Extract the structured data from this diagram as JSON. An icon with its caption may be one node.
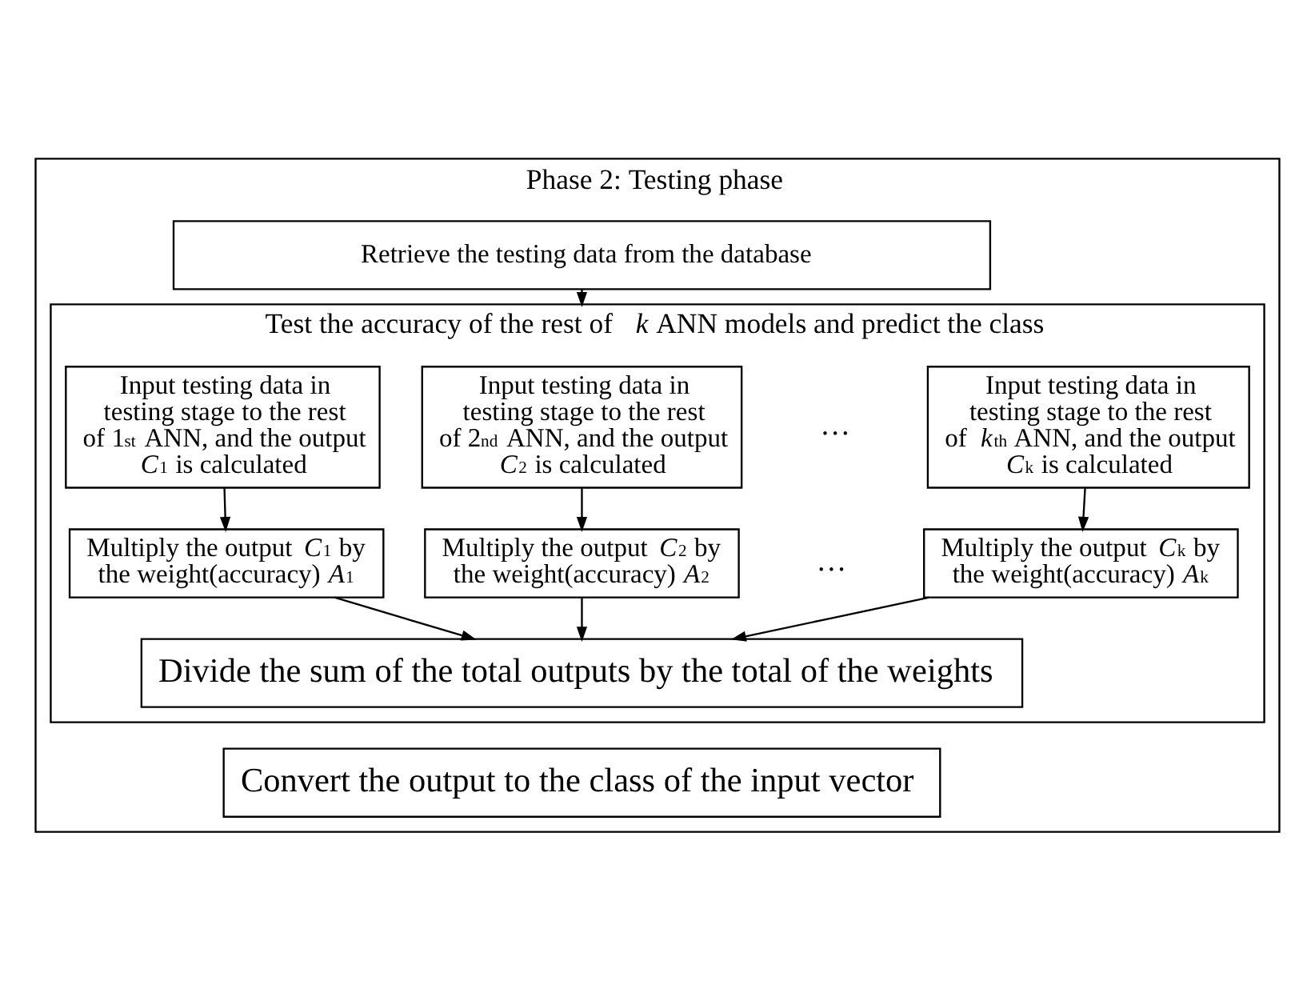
{
  "diagram": {
    "nodes": [
      {
        "text": [
          "Phase 2: Testing phase"
        ]
      },
      {
        "text": [
          "Retrieve the testing data from the database"
        ],
        "in": 0
      },
      {
        "text": [
          "Test the accuracy of the rest of *k* ANN models and predict the class"
        ],
        "in": 0
      },
      {
        "text": [
          "Input testing data in testing stage to the rest of 1$^{st}$ ANN, and the output *C*$_{1}$ is calculated"
        ],
        "in": 2
      },
      {
        "text": [
          "Input testing data in testing stage to the rest of 2$^{nd}$ ANN, and the output *C*$_{2}$ is calculated"
        ],
        "in": 2
      },
      {
        "text": [
          "Input testing data in testing stage to the rest of *k*$^{th}$ ANN, and the output *C*$_{k}$ is calculated"
        ],
        "in": 2
      },
      {
        "text": [
          "Multiply the output *C*$_{1}$ by the weight(accuracy) *A*$_{1}$"
        ],
        "in": 2
      },
      {
        "text": [
          "Multiply the output *C*$_{2}$ by the weight(accuracy) *A*$_{2}$"
        ],
        "in": 2
      },
      {
        "text": [
          "Multiply the output *C*$_{k}$ by the weight(accuracy) *A*$_{k}$"
        ],
        "in": 2
      },
      {
        "text": [
          "Divide the sum of the total outputs by the total of the weights"
        ],
        "in": 2
      },
      {
        "text": [
          "Convert the output to the class of the input vector"
        ],
        "in": 0
      }
    ],
    "edges": [
      {
        "from": 1,
        "to": 2,
        "arrow": "to"
      },
      {
        "from": 3,
        "to": 6,
        "arrow": "to"
      },
      {
        "from": 4,
        "to": 7,
        "arrow": "to"
      },
      {
        "from": 5,
        "to": 8,
        "arrow": "to"
      },
      {
        "from": 6,
        "to": 9,
        "arrow": "to"
      },
      {
        "from": 7,
        "to": 9,
        "arrow": "to"
      },
      {
        "from": 8,
        "to": 9,
        "arrow": "to"
      }
    ],
    "labels": [
      "…",
      "…"
    ]
  }
}
